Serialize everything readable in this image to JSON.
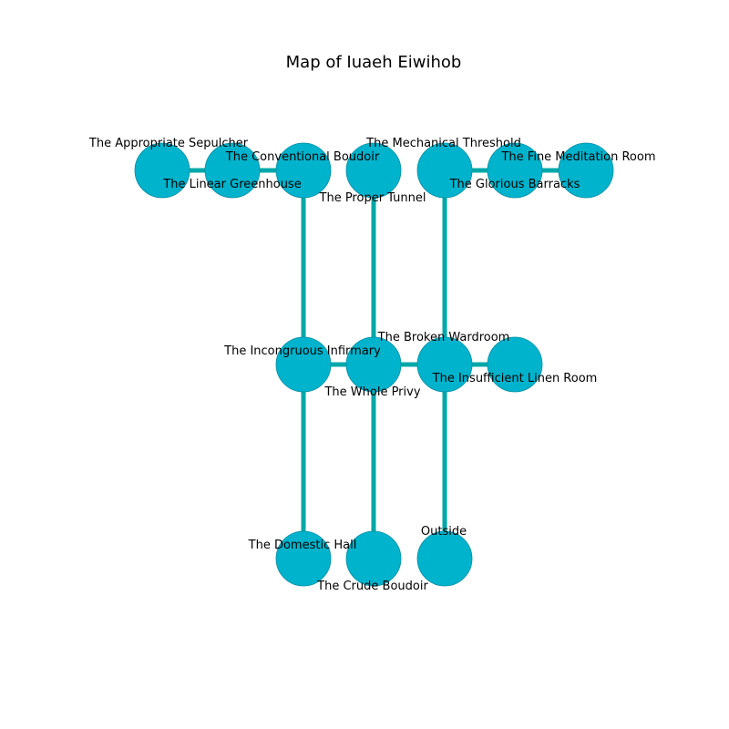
{
  "title": "Map of Iuaeh Eiwihob",
  "colors": {
    "node_fill": "#00b3cc",
    "node_stroke": "#0a8fa3",
    "edge": "#00a8a8",
    "background": "#ffffff"
  },
  "rooms": [
    {
      "id": "sepulcher",
      "label": "The Appropriate Sepulcher"
    },
    {
      "id": "greenhouse",
      "label": "The Linear Greenhouse"
    },
    {
      "id": "conv-boudoir",
      "label": "The Conventional Boudoir"
    },
    {
      "id": "tunnel",
      "label": "The Proper Tunnel"
    },
    {
      "id": "threshold",
      "label": "The Mechanical Threshold"
    },
    {
      "id": "barracks",
      "label": "The Glorious Barracks"
    },
    {
      "id": "meditation",
      "label": "The Fine Meditation Room"
    },
    {
      "id": "infirmary",
      "label": "The Incongruous Infirmary"
    },
    {
      "id": "privy",
      "label": "The Whole Privy"
    },
    {
      "id": "wardroom",
      "label": "The Broken Wardroom"
    },
    {
      "id": "linen",
      "label": "The Insufficient Linen Room"
    },
    {
      "id": "hall",
      "label": "The Domestic Hall"
    },
    {
      "id": "crude-boudoir",
      "label": "The Crude Boudoir"
    },
    {
      "id": "outside",
      "label": "Outside"
    }
  ],
  "connections": [
    [
      "sepulcher",
      "greenhouse"
    ],
    [
      "greenhouse",
      "conv-boudoir"
    ],
    [
      "threshold",
      "barracks"
    ],
    [
      "barracks",
      "meditation"
    ],
    [
      "conv-boudoir",
      "infirmary"
    ],
    [
      "tunnel",
      "privy"
    ],
    [
      "threshold",
      "wardroom"
    ],
    [
      "infirmary",
      "privy"
    ],
    [
      "privy",
      "wardroom"
    ],
    [
      "wardroom",
      "linen"
    ],
    [
      "infirmary",
      "hall"
    ],
    [
      "privy",
      "crude-boudoir"
    ],
    [
      "wardroom",
      "outside"
    ]
  ]
}
